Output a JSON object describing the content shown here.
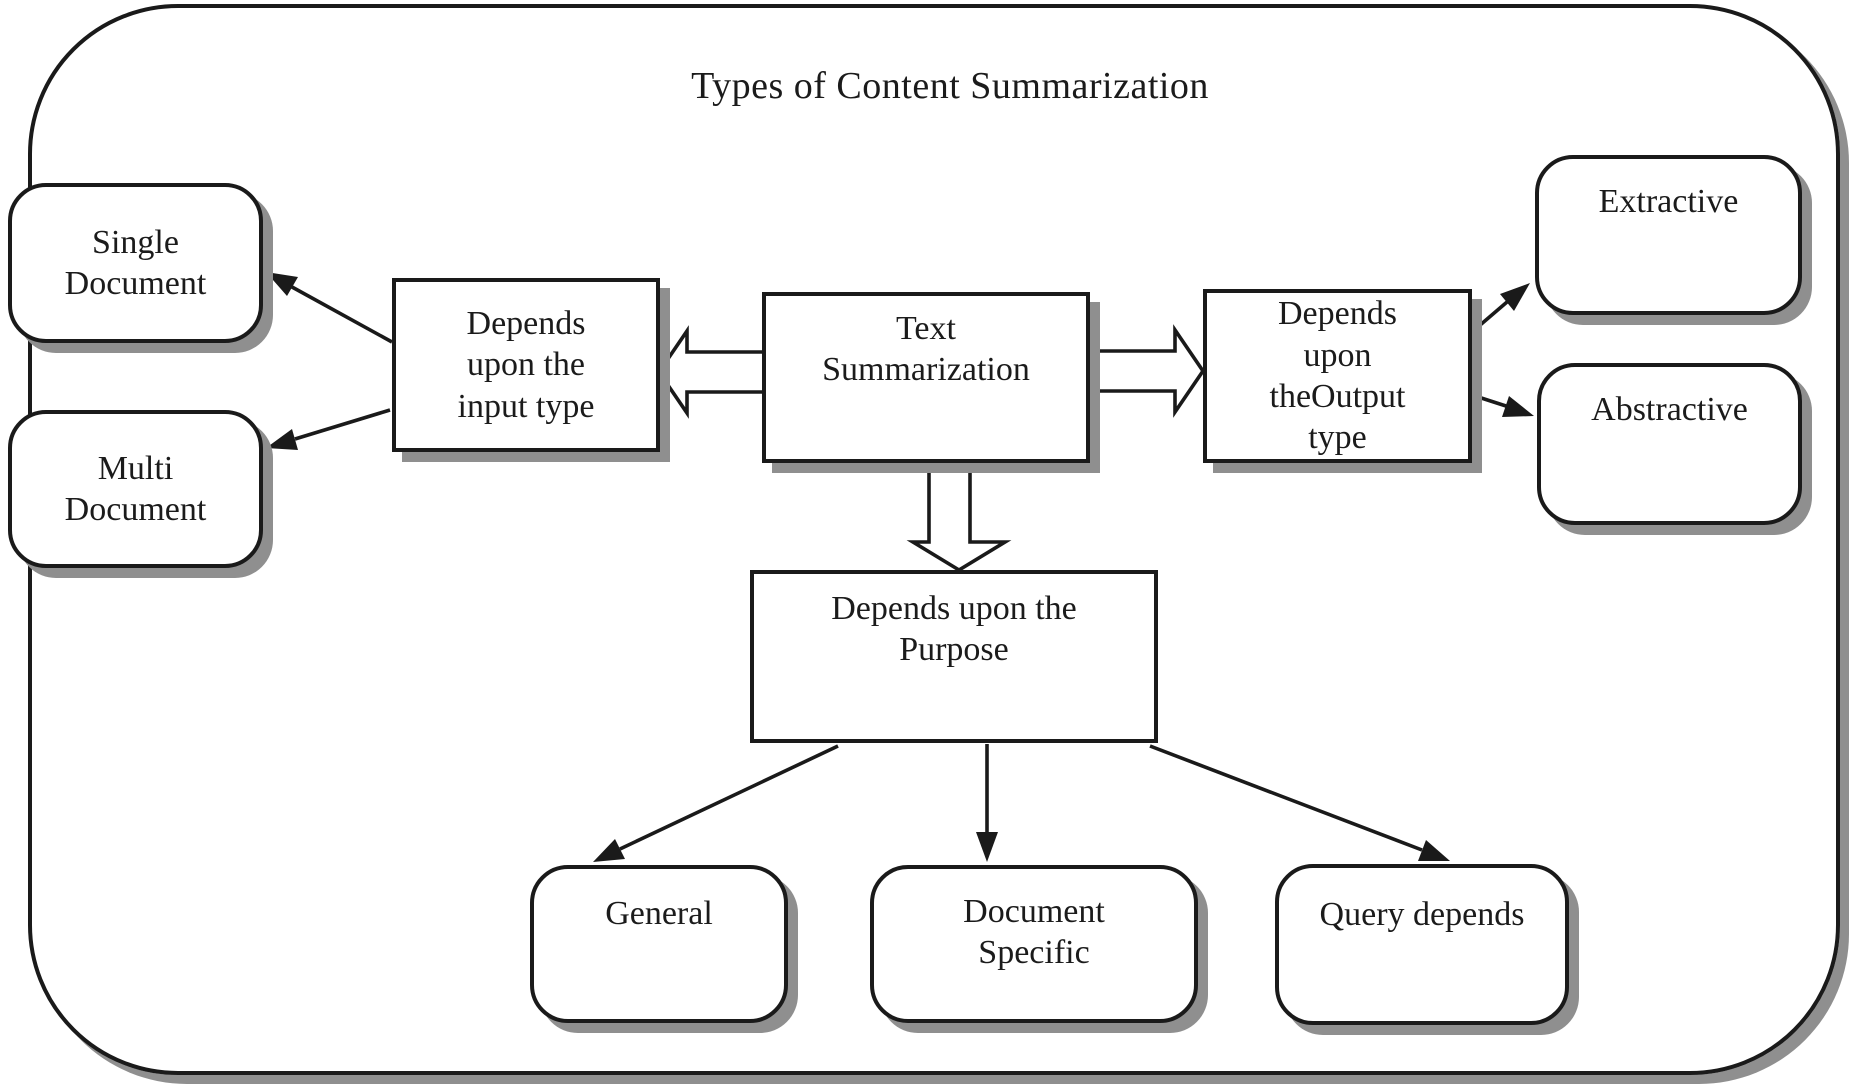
{
  "title": "Types of Content Summarization",
  "nodes": {
    "text_summarization": "Text\nSummarization",
    "input_type": "Depends\nupon the\ninput type",
    "output_type": "Depends\nupon\ntheOutput\ntype",
    "purpose": "Depends upon the\nPurpose",
    "single_document": "Single\nDocument",
    "multi_document": "Multi\nDocument",
    "extractive": "Extractive",
    "abstractive": "Abstractive",
    "general": "General",
    "document_specific": "Document\nSpecific",
    "query_depends": "Query depends"
  },
  "edges": [
    {
      "from": "text_summarization",
      "to": "input_type",
      "style": "block-arrow"
    },
    {
      "from": "text_summarization",
      "to": "output_type",
      "style": "block-arrow"
    },
    {
      "from": "text_summarization",
      "to": "purpose",
      "style": "block-arrow"
    },
    {
      "from": "input_type",
      "to": "single_document",
      "style": "line-arrow"
    },
    {
      "from": "input_type",
      "to": "multi_document",
      "style": "line-arrow"
    },
    {
      "from": "output_type",
      "to": "extractive",
      "style": "line-arrow"
    },
    {
      "from": "output_type",
      "to": "abstractive",
      "style": "line-arrow"
    },
    {
      "from": "purpose",
      "to": "general",
      "style": "line-arrow"
    },
    {
      "from": "purpose",
      "to": "document_specific",
      "style": "line-arrow"
    },
    {
      "from": "purpose",
      "to": "query_depends",
      "style": "line-arrow"
    }
  ],
  "colors": {
    "border": "#1a1a1a",
    "shadow": "#8f8f8f",
    "background": "#ffffff",
    "text": "#1b1b1b"
  }
}
